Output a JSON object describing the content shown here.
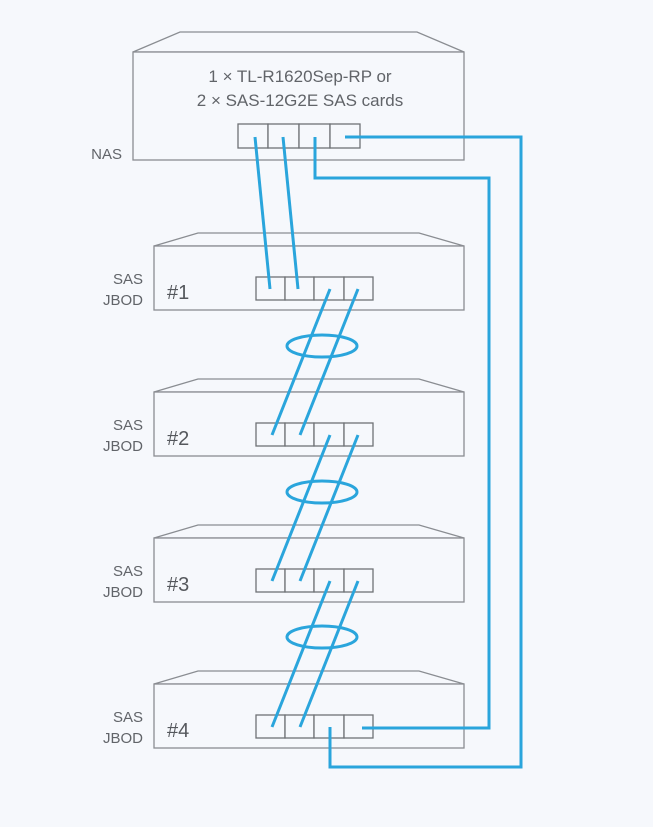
{
  "nas": {
    "title_line1": "1 × TL-R1620Sep-RP or",
    "title_line2": "2 × SAS-12G2E SAS cards",
    "label": "NAS"
  },
  "jbods": [
    {
      "label_line1": "SAS",
      "label_line2": "JBOD",
      "number": "#1"
    },
    {
      "label_line1": "SAS",
      "label_line2": "JBOD",
      "number": "#2"
    },
    {
      "label_line1": "SAS",
      "label_line2": "JBOD",
      "number": "#3"
    },
    {
      "label_line1": "SAS",
      "label_line2": "JBOD",
      "number": "#4"
    }
  ],
  "colors": {
    "cable": "#2aa5dc",
    "outline": "#8a8d92",
    "background": "#f6f8fc"
  }
}
